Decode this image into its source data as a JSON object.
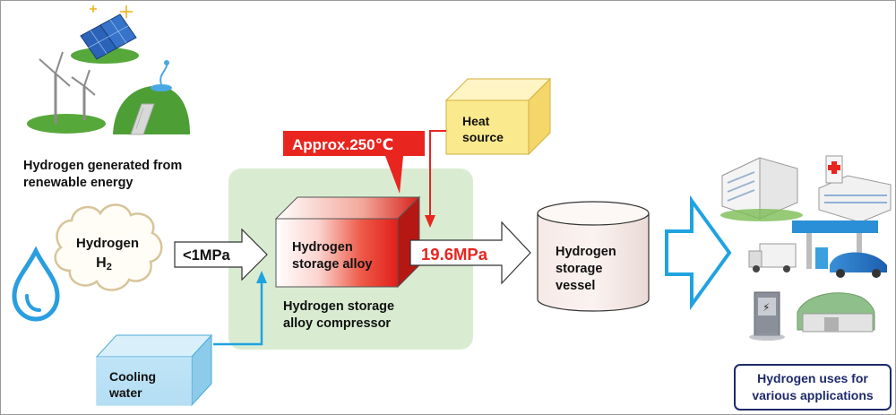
{
  "renewable": {
    "label_line1": "Hydrogen generated from",
    "label_line2": "renewable energy"
  },
  "hydrogen_cloud": {
    "label_line1": "Hydrogen",
    "label_line2": "H",
    "label_sub": "2"
  },
  "input_pressure": {
    "label": "<1MPa"
  },
  "compressor": {
    "alloy_line1": "Hydrogen",
    "alloy_line2": "storage alloy",
    "caption_line1": "Hydrogen storage",
    "caption_line2": "alloy compressor"
  },
  "temperature": {
    "label": "Approx.250℃"
  },
  "heat_source": {
    "label_line1": "Heat",
    "label_line2": "source"
  },
  "output_pressure": {
    "label": "19.6MPa"
  },
  "vessel": {
    "label_line1": "Hydrogen",
    "label_line2": "storage",
    "label_line3": "vessel"
  },
  "cooling": {
    "label_line1": "Cooling",
    "label_line2": "water"
  },
  "uses": {
    "label_line1": "Hydrogen uses for",
    "label_line2": "various applications"
  },
  "colors": {
    "hot_red": "#e8251f",
    "arrow_blue": "#1fa3e0",
    "green_panel": "#d9ecd2",
    "heat_yellow": "#fbe98e",
    "water_blue": "#bfe4f6",
    "navy": "#1f2a6b"
  }
}
